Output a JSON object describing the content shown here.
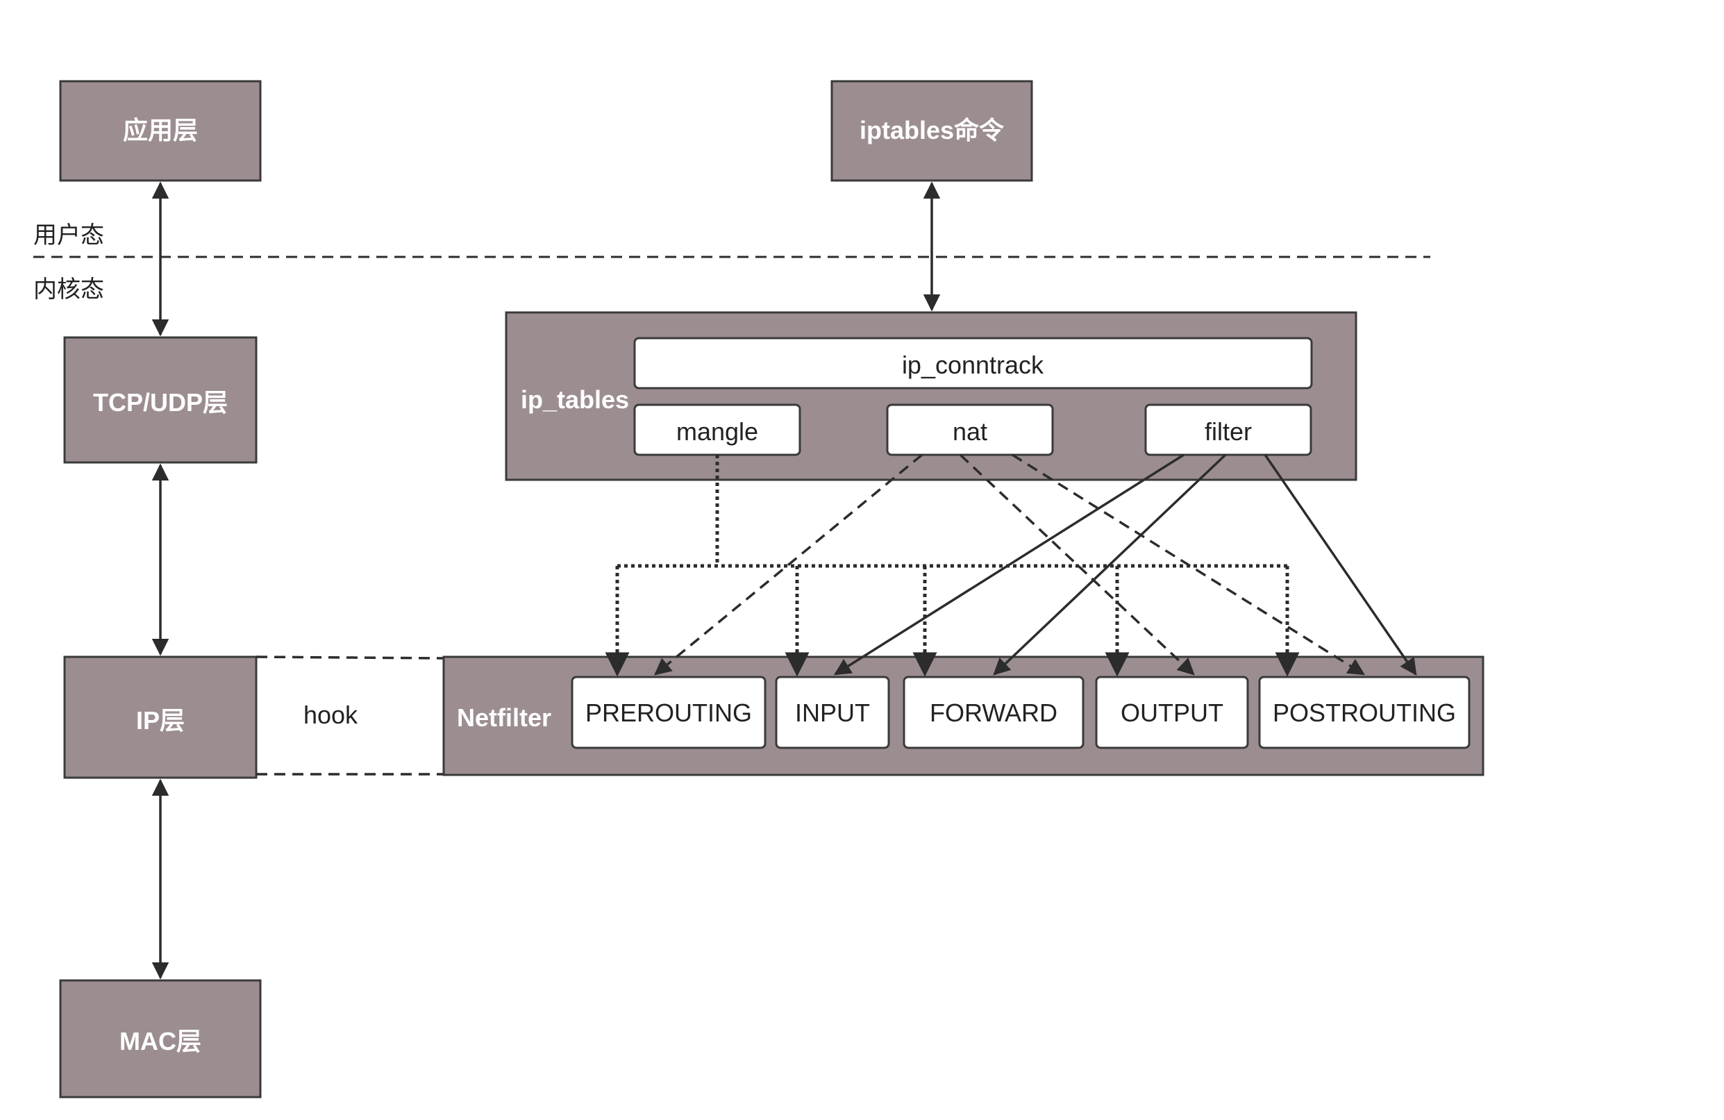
{
  "zones": {
    "user_space": "用户态",
    "kernel_space": "内核态"
  },
  "layers": {
    "application": "应用层",
    "transport": "TCP/UDP层",
    "ip": "IP层",
    "mac": "MAC层"
  },
  "iptables_command": "iptables命令",
  "hook_label": "hook",
  "ip_tables": {
    "label": "ip_tables",
    "conntrack": "ip_conntrack",
    "tables": [
      "mangle",
      "nat",
      "filter"
    ]
  },
  "netfilter": {
    "label": "Netfilter",
    "hooks": [
      "PREROUTING",
      "INPUT",
      "FORWARD",
      "OUTPUT",
      "POSTROUTING"
    ]
  },
  "links": {
    "mangle": [
      "PREROUTING",
      "INPUT",
      "FORWARD",
      "OUTPUT",
      "POSTROUTING"
    ],
    "nat": [
      "PREROUTING",
      "OUTPUT",
      "POSTROUTING"
    ],
    "filter": [
      "INPUT",
      "FORWARD",
      "POSTROUTING"
    ]
  },
  "colors": {
    "box_fill": "#9c8e90",
    "stroke": "#3a3a3a",
    "background": "#ffffff"
  }
}
